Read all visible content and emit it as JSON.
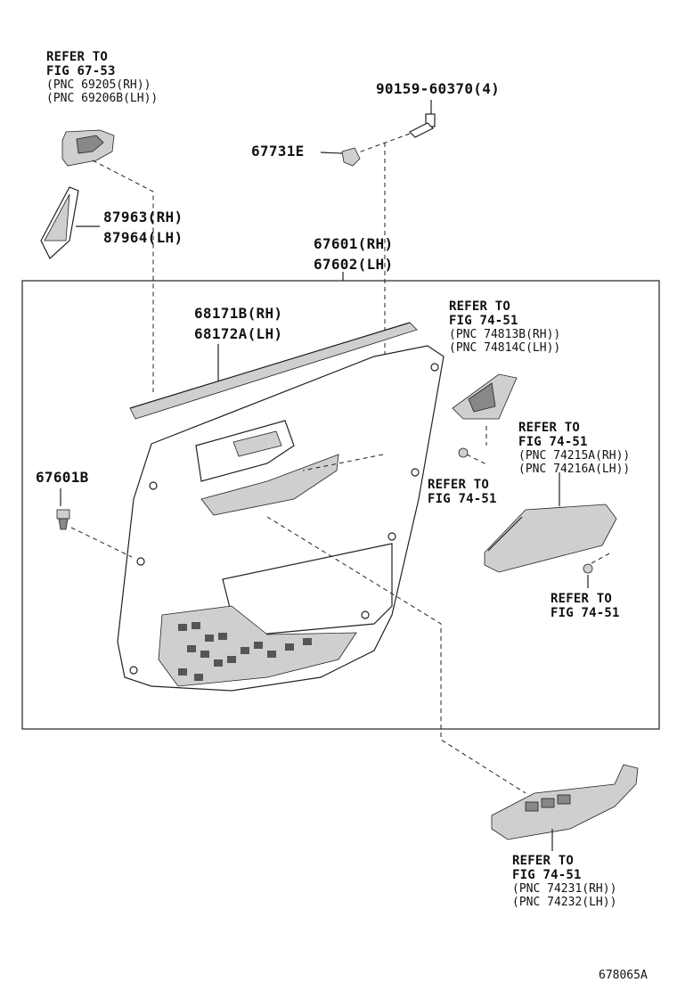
{
  "refs": {
    "ref_handle": [
      "REFER TO",
      "FIG 67-53",
      "(PNC 69205(RH))",
      "(PNC 69206B(LH))"
    ],
    "ref_trim": [
      "REFER TO",
      "FIG 74-51",
      "(PNC 74813B(RH))",
      "(PNC 74814C(LH))"
    ],
    "ref_armrest": [
      "REFER TO",
      "FIG 74-51",
      "(PNC 74215A(RH))",
      "(PNC 74216A(LH))"
    ],
    "ref_screw1": [
      "REFER TO",
      "FIG 74-51"
    ],
    "ref_screw2": [
      "REFER TO",
      "FIG 74-51"
    ],
    "ref_switch": [
      "REFER TO",
      "FIG 74-51",
      "(PNC 74231(RH))",
      "(PNC 74232(LH))"
    ]
  },
  "parts": {
    "bolt": "90159-60370(4)",
    "clip": "67731E",
    "cover_rh": "87963(RH)",
    "cover_lh": "87964(LH)",
    "panel_rh": "67601(RH)",
    "panel_lh": "67602(LH)",
    "weather_rh": "68171B(RH)",
    "weather_lh": "68172A(LH)",
    "clip_b": "67601B"
  },
  "figure_id": "678065A"
}
